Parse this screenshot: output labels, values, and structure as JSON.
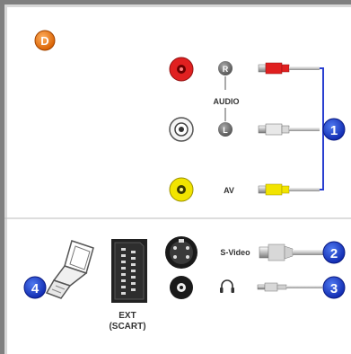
{
  "section_letter": "D",
  "callouts": [
    "1",
    "2",
    "3",
    "4"
  ],
  "labels": {
    "r": "R",
    "audio": "AUDIO",
    "l": "L",
    "av": "AV",
    "svideo": "S-Video",
    "ext_line1": "EXT",
    "ext_line2": "(SCART)"
  },
  "icons": {
    "headphone": "headphone-icon"
  },
  "colors": {
    "badge_orange": "#e8740c",
    "callout_blue": "#1a3fcf",
    "bracket_blue": "#2a3fd0",
    "jack_red": "#e02020",
    "jack_yellow": "#f2e400",
    "jack_white": "#e8e8e8",
    "jack_gray": "#777777"
  }
}
